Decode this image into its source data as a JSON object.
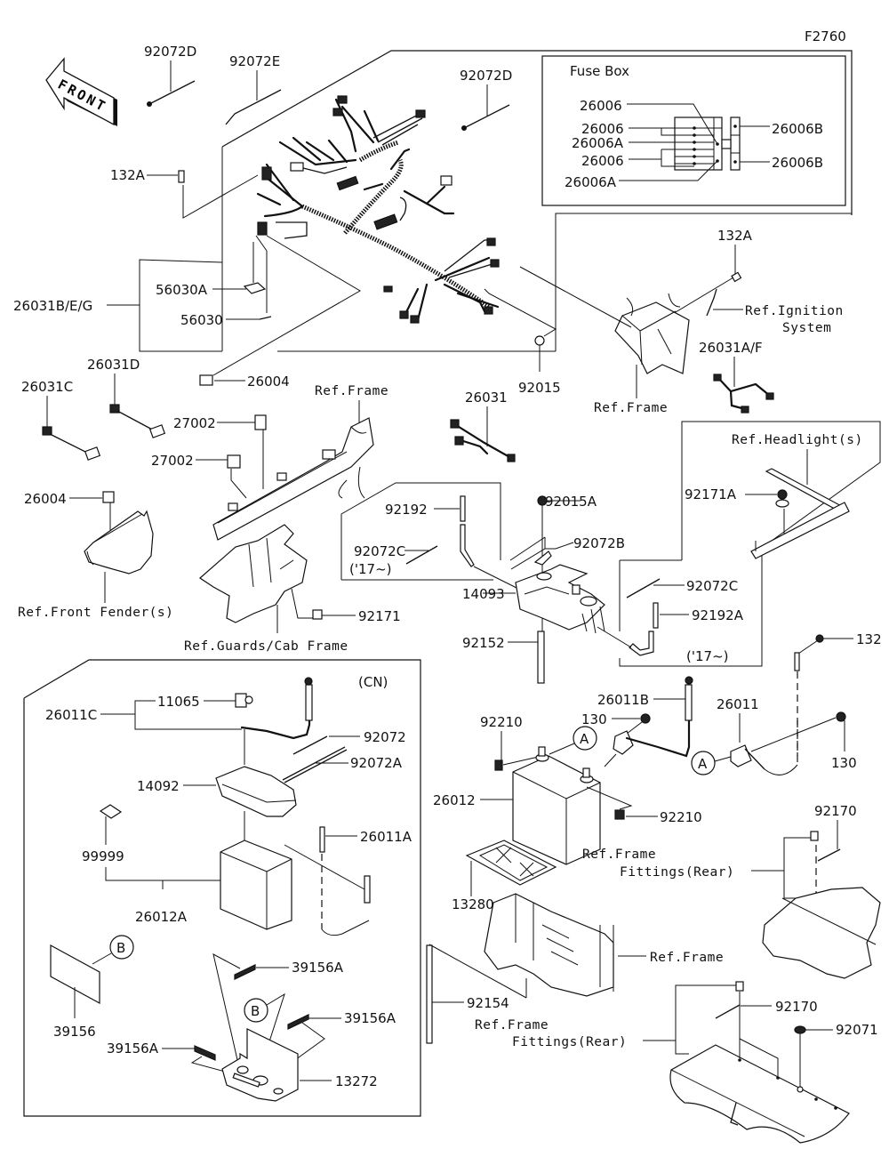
{
  "diagram": {
    "figure_id": "F2760",
    "front_arrow_label": "FRONT",
    "fuse_box": {
      "title": "Fuse Box",
      "labels": [
        "26006",
        "26006",
        "26006A",
        "26006",
        "26006A",
        "26006B",
        "26006B"
      ]
    },
    "cn_box_label": "(CN)",
    "callouts": {
      "a1": "A",
      "a2": "A",
      "b1": "B",
      "b2": "B"
    },
    "parts": {
      "p92072D_1": "92072D",
      "p92072E": "92072E",
      "p92072D_2": "92072D",
      "p132A_1": "132A",
      "p132A_2": "132A",
      "p26031BEG": "26031B/E/G",
      "p56030A": "56030A",
      "p56030": "56030",
      "p26004_1": "26004",
      "p92015": "92015",
      "p26031D": "26031D",
      "p26031C": "26031C",
      "p27002_1": "27002",
      "p27002_2": "27002",
      "p26004_2": "26004",
      "p26031": "26031",
      "p26031AF": "26031A/F",
      "p92192": "92192",
      "p92072C_1": "92072C",
      "p17_1": "('17~)",
      "p92015A": "92015A",
      "p92072B": "92072B",
      "p14093": "14093",
      "p92171": "92171",
      "p92152": "92152",
      "p92171A": "92171A",
      "p92072C_2": "92072C",
      "p92192A": "92192A",
      "p17_2": "('17~)",
      "p132": "132",
      "p11065": "11065",
      "p26011C": "26011C",
      "p92072": "92072",
      "p92072A": "92072A",
      "p14092": "14092",
      "p99999": "99999",
      "p26011A": "26011A",
      "p26012A": "26012A",
      "p39156": "39156",
      "p39156A_1": "39156A",
      "p39156A_2": "39156A",
      "p39156A_3": "39156A",
      "p13272": "13272",
      "p92210_1": "92210",
      "p130_1": "130",
      "p26011B": "26011B",
      "p26011": "26011",
      "p130_2": "130",
      "p26012": "26012",
      "p92210_2": "92210",
      "p13280": "13280",
      "p92170_1": "92170",
      "p92154": "92154",
      "p92170_2": "92170",
      "p92071": "92071"
    },
    "references": {
      "ref_ignition": "Ref.Ignition",
      "ref_ignition_2": "System",
      "ref_frame_1": "Ref.Frame",
      "ref_frame_2": "Ref.Frame",
      "ref_headlight": "Ref.Headlight(s)",
      "ref_front_fender": "Ref.Front Fender(s)",
      "ref_guards": "Ref.Guards/Cab Frame",
      "ref_frame_fit_1a": "Ref.Frame",
      "ref_frame_fit_1b": "Fittings(Rear)",
      "ref_frame_3": "Ref.Frame",
      "ref_frame_fit_2a": "Ref.Frame",
      "ref_frame_fit_2b": "Fittings(Rear)"
    }
  }
}
